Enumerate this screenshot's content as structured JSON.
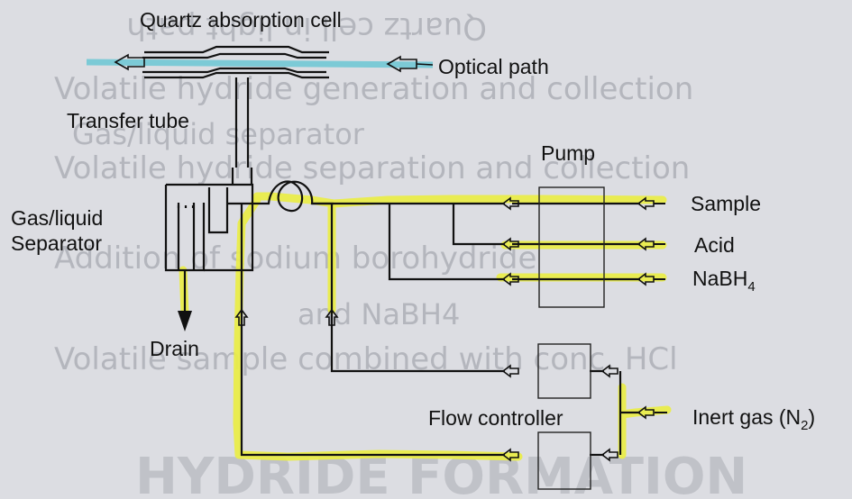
{
  "background_text": {
    "lines": [
      "Quartz cell in light path",
      "Volatile hydride generation and collection",
      "Gas/liquid separator",
      "Volatile hydride separation and collection",
      "Addition of sodium borohydride",
      "and NaBH4",
      "Volatile sample combined with conc. HCl"
    ],
    "title": "HYDRIDE FORMATION"
  },
  "labels": {
    "quartz_cell": "Quartz absorption cell",
    "optical_path": "Optical path",
    "transfer_tube": "Transfer tube",
    "pump": "Pump",
    "separator_line1": "Gas/liquid",
    "separator_line2": "Separator",
    "drain": "Drain",
    "sample": "Sample",
    "acid": "Acid",
    "nabh4_main": "NaBH",
    "nabh4_sub": "4",
    "flow_controller": "Flow controller",
    "inert_gas_main": "Inert gas (N",
    "inert_gas_sub": "2",
    "inert_gas_close": ")"
  },
  "colors": {
    "background": "#dcdde2",
    "highlight": "#e9ec4a",
    "optical_beam": "#7ccad6",
    "line": "#111111"
  }
}
